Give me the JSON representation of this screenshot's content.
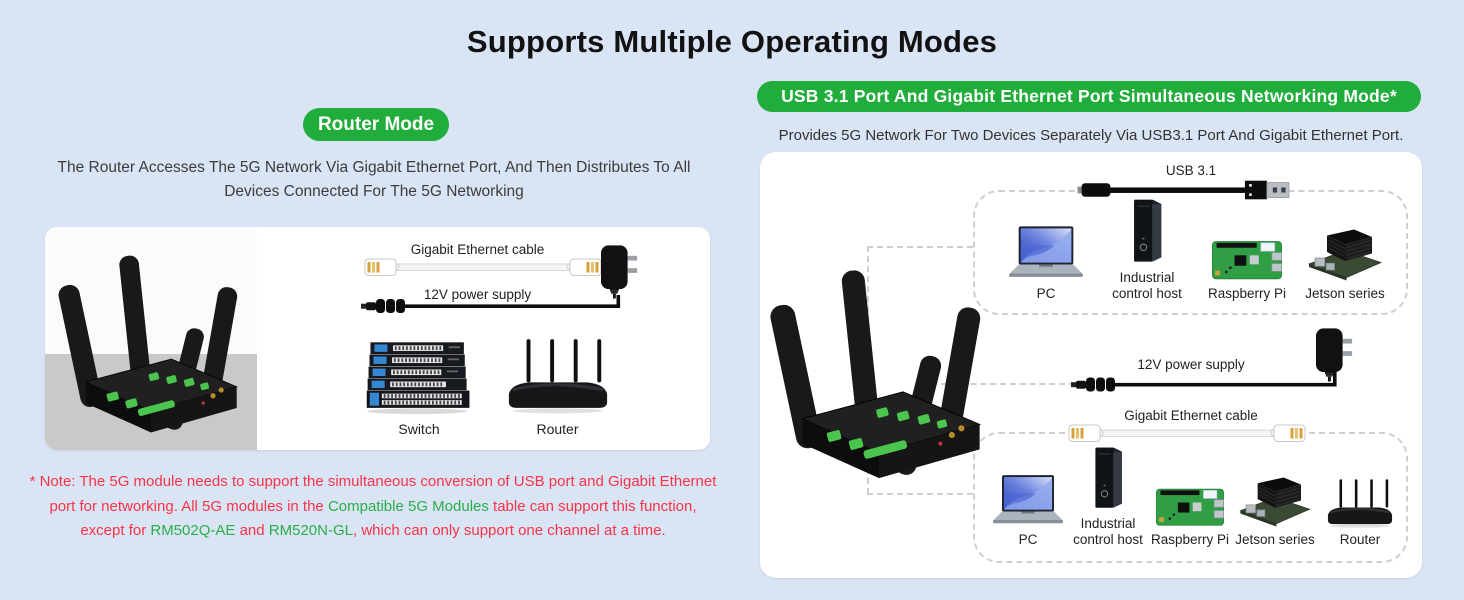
{
  "page": {
    "title": "Supports Multiple Operating Modes",
    "background_color": "#d9e4f4",
    "accent_green": "#21ad3b",
    "note_red": "#fb3347",
    "note_green": "#2bae4a"
  },
  "left": {
    "mode_badge": "Router Mode",
    "description_line1": "The Router Accesses The 5G Network Via Gigabit Ethernet Port, And Then Distributes To All",
    "description_line2": "Devices Connected For The 5G Networking",
    "diagram": {
      "ethernet_cable_label": "Gigabit Ethernet cable",
      "power_label": "12V power supply",
      "switch_label": "Switch",
      "router_label": "Router"
    },
    "note": {
      "part1": "* Note: The 5G module needs to support the simultaneous conversion of USB port and Gigabit Ethernet port for networking. All 5G modules in the ",
      "green1": "Compatible 5G Modules",
      "part2": " table can support this function, except for ",
      "green2": "RM502Q-AE",
      "part3": " and ",
      "green3": "RM520N-GL",
      "part4": ", which can only support one channel at a time."
    }
  },
  "right": {
    "mode_badge": "USB 3.1 Port And Gigabit Ethernet Port Simultaneous Networking Mode*",
    "subtitle": "Provides 5G Network For Two Devices Separately Via USB3.1 Port And Gigabit Ethernet Port.",
    "usb_cable_label": "USB 3.1",
    "power_label": "12V power supply",
    "ethernet_cable_label": "Gigabit Ethernet cable",
    "usb_group": {
      "devices": [
        {
          "label": "PC"
        },
        {
          "label": "Industrial control host"
        },
        {
          "label": "Raspberry Pi"
        },
        {
          "label": "Jetson series"
        }
      ]
    },
    "ethernet_group": {
      "devices": [
        {
          "label": "PC"
        },
        {
          "label": "Industrial control host"
        },
        {
          "label": "Raspberry Pi"
        },
        {
          "label": "Jetson series"
        },
        {
          "label": "Router"
        }
      ]
    }
  }
}
